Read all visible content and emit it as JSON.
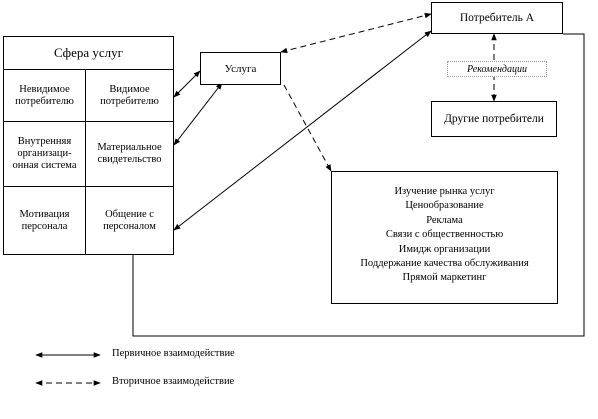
{
  "service_sphere": {
    "title": "Сфера услуг",
    "cells": {
      "invisible_consumer": "Невидимое потребителю",
      "visible_consumer": "Видимое потребителю",
      "internal_system": "Внутренняя организаци-онная система",
      "material_evidence": "Материальное свидетельство",
      "staff_motivation": "Мотивация персонала",
      "staff_communication": "Общение с персоналом"
    }
  },
  "service": "Услуга",
  "consumer_a": "Потребитель А",
  "recommendations": "Рекомендации",
  "other_consumers": "Другие потребители",
  "marketing_list": [
    "Изучение рынка услуг",
    "Ценообразование",
    "Реклама",
    "Связи с общественностью",
    "Имидж организации",
    "Поддержание качества обслуживания",
    "Прямой маркетинг"
  ],
  "legend": {
    "primary": "Первичное взаимодействие",
    "secondary": "Вторичное взаимодействие"
  }
}
